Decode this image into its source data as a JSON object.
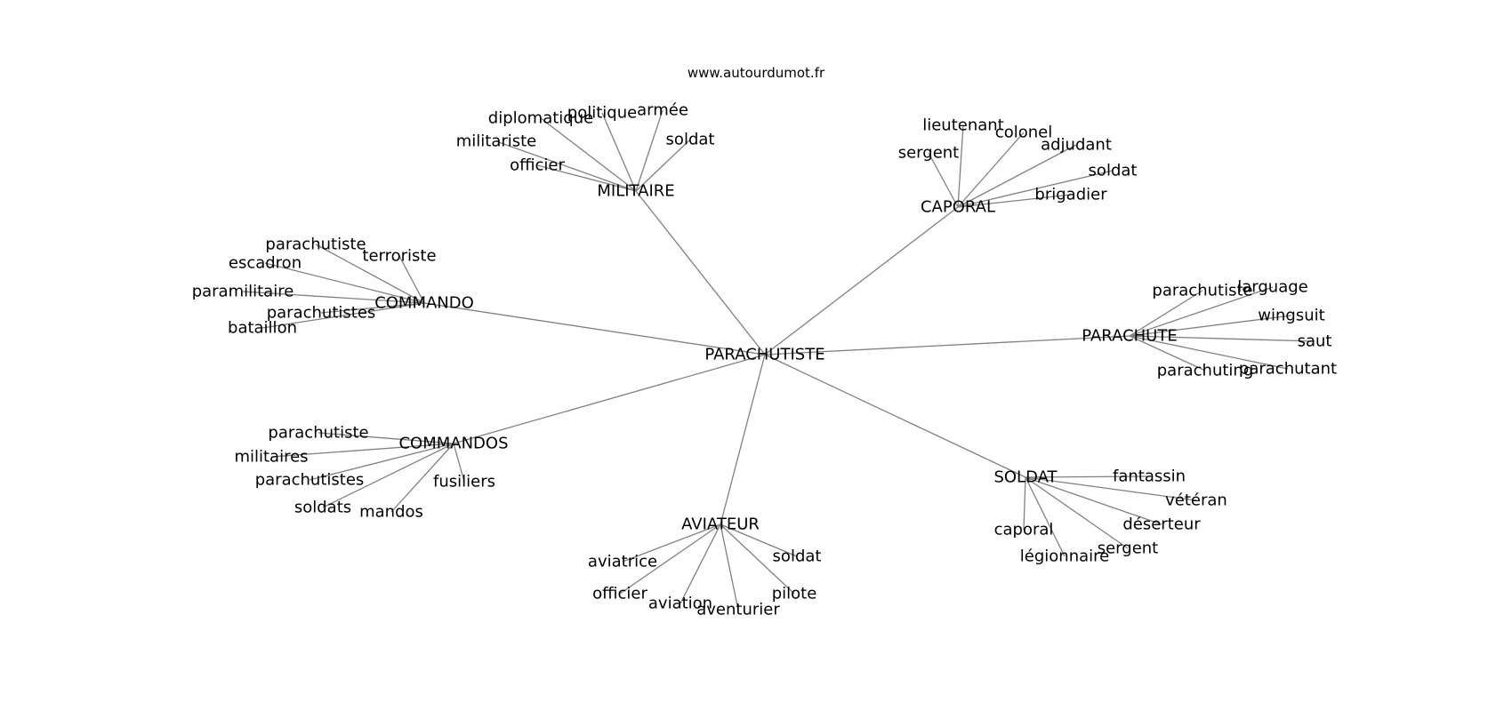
{
  "source": "www.autourdumot.fr",
  "center": "PARACHUTISTE",
  "groups": [
    {
      "hub": "MILITAIRE",
      "words": [
        "diplomatique",
        "politique",
        "armée",
        "soldat",
        "militariste",
        "officier"
      ]
    },
    {
      "hub": "CAPORAL",
      "words": [
        "lieutenant",
        "colonel",
        "adjudant",
        "sergent",
        "soldat",
        "brigadier"
      ]
    },
    {
      "hub": "COMMANDO",
      "words": [
        "parachutiste",
        "terroriste",
        "escadron",
        "paramilitaire",
        "parachutistes",
        "bataillon"
      ]
    },
    {
      "hub": "PARACHUTE",
      "words": [
        "parachutiste",
        "larguage",
        "wingsuit",
        "saut",
        "parachutant",
        "parachuting"
      ]
    },
    {
      "hub": "COMMANDOS",
      "words": [
        "parachutiste",
        "militaires",
        "parachutistes",
        "fusiliers",
        "soldats",
        "mandos"
      ]
    },
    {
      "hub": "AVIATEUR",
      "words": [
        "aviatrice",
        "soldat",
        "officier",
        "pilote",
        "aviation",
        "aventurier"
      ]
    },
    {
      "hub": "SOLDAT",
      "words": [
        "fantassin",
        "vétéran",
        "déserteur",
        "caporal",
        "sergent",
        "légionnaire"
      ]
    }
  ]
}
